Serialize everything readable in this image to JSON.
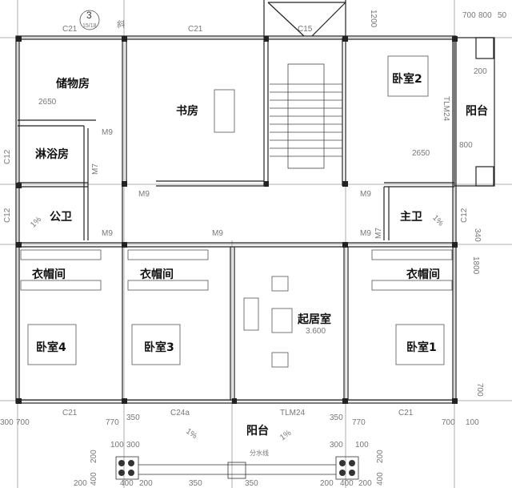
{
  "rooms": {
    "storage": "储物房",
    "study": "书房",
    "shower": "淋浴房",
    "public_wc": "公卫",
    "master_wc": "主卫",
    "bedroom2": "卧室2",
    "balcony_east": "阳台",
    "closet_left": "衣帽间",
    "closet_mid": "衣帽间",
    "closet_right": "衣帽间",
    "bedroom4": "卧室4",
    "bedroom3": "卧室3",
    "bedroom1": "卧室1",
    "living": "起居室",
    "living_level": "3.600",
    "balcony_south": "阳台"
  },
  "section_mark": {
    "number": "3",
    "sheet": "15/18",
    "note": "斜"
  },
  "windows": {
    "c21_a": "C21",
    "c21_b": "C21",
    "c15": "C15",
    "c12_a": "C12",
    "c12_b": "C12",
    "c12_c": "C12",
    "c21_c": "C21",
    "c24a": "C24a",
    "tlm24_bottom": "TLM24",
    "c21_d": "C21",
    "tlm24_side": "TLM24"
  },
  "doors": {
    "m9_a": "M9",
    "m9_b": "M9",
    "m9_c": "M9",
    "m9_d": "M9",
    "m9_e": "M9",
    "m9_f": "M9",
    "m7_a": "M7",
    "m7_b": "M7"
  },
  "dimensions": {
    "storage_width": "2650",
    "bed2_width": "2650",
    "top_right": [
      "700",
      "800",
      "50"
    ],
    "balc_200": "200",
    "balc_800": "800",
    "right_340": "340",
    "right_1800": "1800",
    "top_1200": "1200",
    "bottom_left": [
      "300",
      "700",
      "770",
      "350"
    ],
    "bottom_right": [
      "350",
      "770",
      "700",
      "100"
    ],
    "pier_left": [
      "100",
      "300",
      "200",
      "400"
    ],
    "pier_right": [
      "300",
      "100",
      "200",
      "400"
    ],
    "bottom_row": [
      "200",
      "400",
      "200",
      "350",
      "350",
      "200",
      "400",
      "200"
    ],
    "bottom_right_700": "700"
  },
  "slopes": {
    "left": "1%",
    "right": "1%",
    "wc_left": "1%",
    "wc_right": "1%"
  },
  "divider_note": "分水线"
}
